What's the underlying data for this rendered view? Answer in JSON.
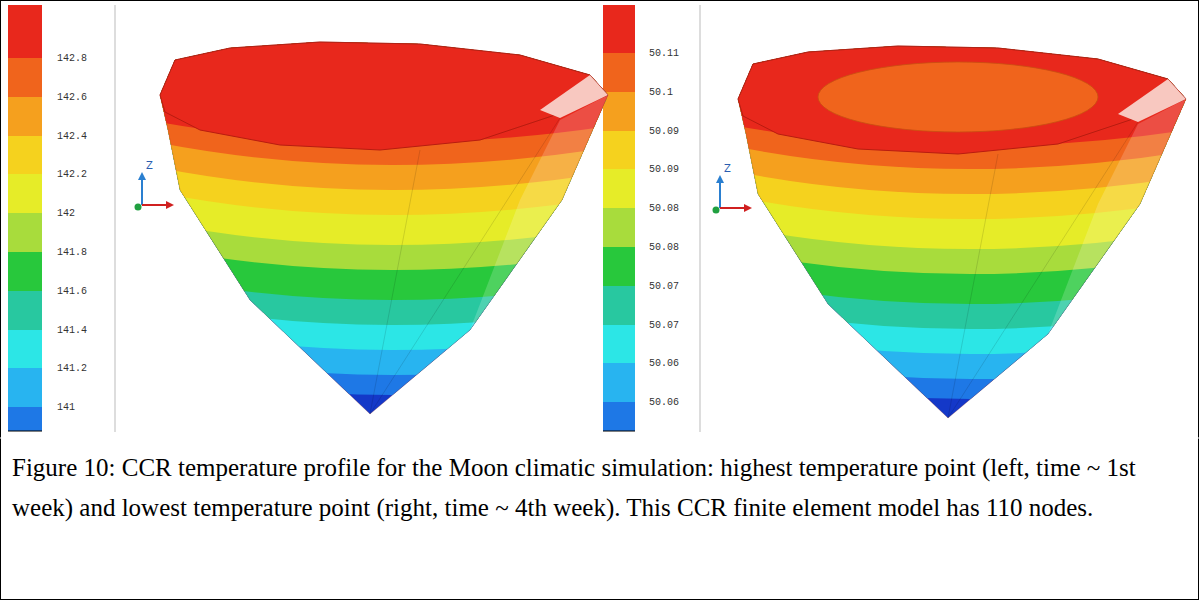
{
  "diagram": {
    "caption": "Figure 10: CCR temperature profile for the Moon climatic simulation: highest temperature point (left, time ~ 1st week) and lowest temperature point (right, time ~ 4th week). This CCR finite element model has 110 nodes.",
    "labels": [
      "142.8",
      "142.6",
      "142.4",
      "142.2",
      "142",
      "141.8",
      "141.6",
      "141.4",
      "141.2",
      "141",
      "Z",
      "50.11",
      "50.1",
      "50.09",
      "50.09",
      "50.08",
      "50.08",
      "50.07",
      "50.07",
      "50.06",
      "50.06",
      "Z"
    ]
  }
}
